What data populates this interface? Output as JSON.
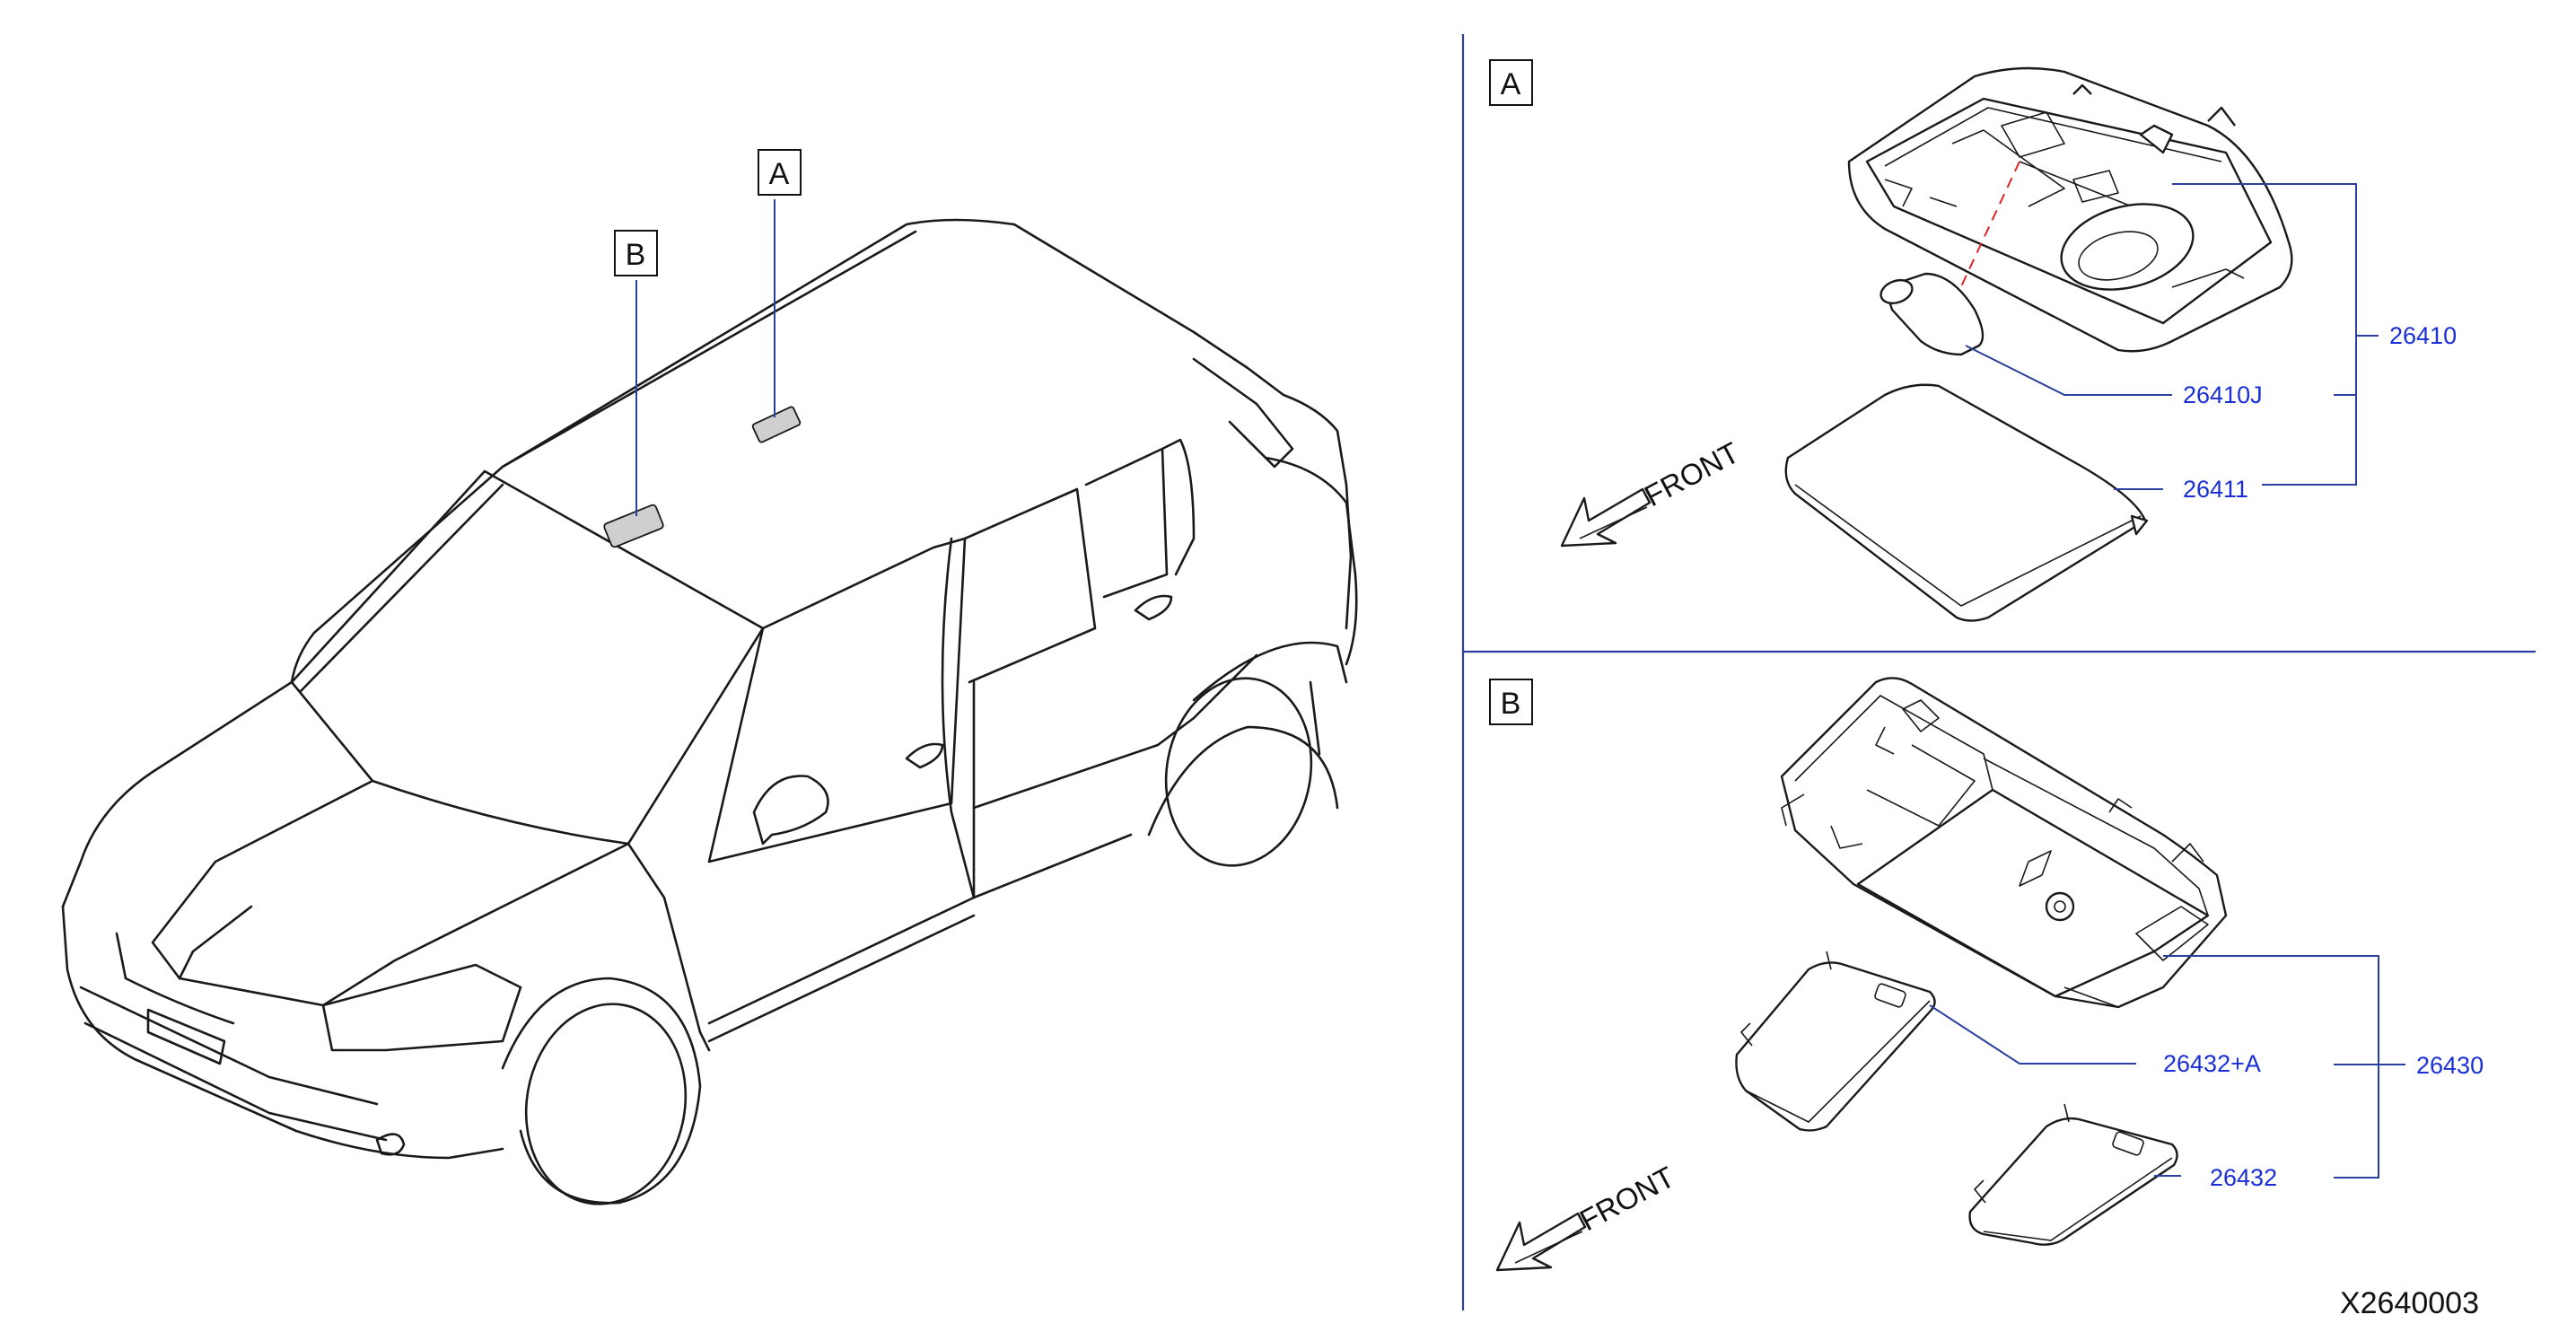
{
  "diagram_code": "X2640003",
  "car_callouts": {
    "a": "A",
    "b": "B"
  },
  "section_a": {
    "label": "A",
    "front_label": "FRONT",
    "parts": {
      "assembly": "26410",
      "bulb": "26410J",
      "lens": "26411"
    }
  },
  "section_b": {
    "label": "B",
    "front_label": "FRONT",
    "parts": {
      "assembly": "26430",
      "lens_left": "26432+A",
      "lens_right": "26432"
    }
  }
}
